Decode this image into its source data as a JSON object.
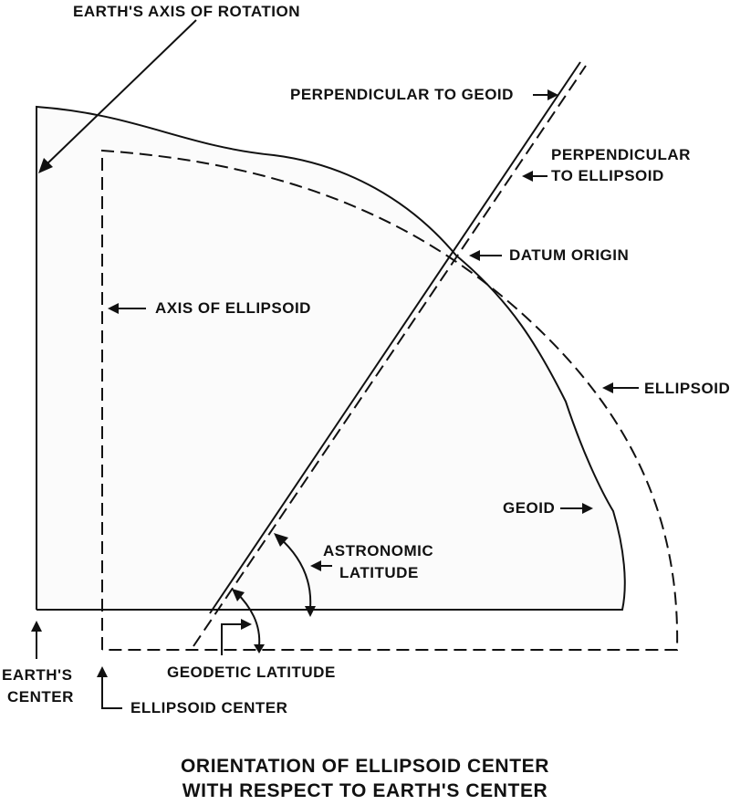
{
  "labels": {
    "earth_axis": "EARTH'S AXIS OF ROTATION",
    "perp_geoid": "PERPENDICULAR TO GEOID",
    "perp_ellipsoid_1": "PERPENDICULAR",
    "perp_ellipsoid_2": "TO ELLIPSOID",
    "datum_origin": "DATUM ORIGIN",
    "axis_ellipsoid": "AXIS OF ELLIPSOID",
    "ellipsoid": "ELLIPSOID",
    "geoid": "GEOID",
    "astro_lat_1": "ASTRONOMIC",
    "astro_lat_2": "LATITUDE",
    "geodetic_lat": "GEODETIC LATITUDE",
    "earth_center_1": "EARTH'S",
    "earth_center_2": "CENTER",
    "ellipsoid_center": "ELLIPSOID CENTER"
  },
  "title": {
    "line1": "ORIENTATION OF ELLIPSOID CENTER",
    "line2": "WITH RESPECT TO EARTH'S CENTER"
  }
}
